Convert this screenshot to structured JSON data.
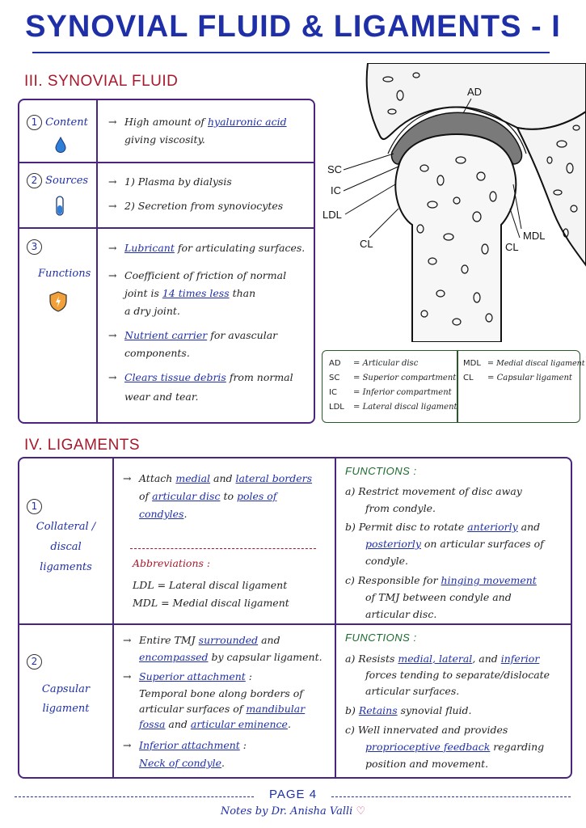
{
  "title": "SYNOVIAL FLUID & LIGAMENTS - I",
  "section3": {
    "heading": "III. SYNOVIAL FLUID",
    "content": {
      "num": "1",
      "label": "Content",
      "icon": "droplet-icon",
      "l1_pre": "High amount of ",
      "l1_u": "hyaluronic acid",
      "l2": "giving viscosity."
    },
    "sources": {
      "num": "2",
      "label": "Sources",
      "icon": "test-tube-icon",
      "s1": "1) Plasma by dialysis",
      "s2": "2) Secretion from synoviocytes"
    },
    "functions": {
      "num": "3",
      "label": "Functions",
      "icon": "shield-icon",
      "f1_u": "Lubricant",
      "f1_rest": " for articulating surfaces.",
      "f2_l1": "Coefficient of friction of normal",
      "f2_l2_pre": "joint is ",
      "f2_l2_u": "14 times less",
      "f2_l2_post": " than",
      "f2_l3": "a dry joint.",
      "f3_u": "Nutrient carrier",
      "f3_rest": " for avascular",
      "f3_l2": "components.",
      "f4_u": "Clears tissue debris",
      "f4_rest": " from normal",
      "f4_l2": "wear and tear."
    }
  },
  "diagram": {
    "labels": {
      "ad": "AD",
      "sc": "SC",
      "ic": "IC",
      "ldl": "LDL",
      "cl_left": "CL",
      "cl_right": "CL",
      "mdl": "MDL"
    },
    "legend": {
      "ad": {
        "key": "AD",
        "eq": "=",
        "val": "Articular disc"
      },
      "sc": {
        "key": "SC",
        "eq": "=",
        "val": "Superior compartment"
      },
      "ic": {
        "key": "IC",
        "eq": "=",
        "val": "Inferior compartment"
      },
      "ldl": {
        "key": "LDL",
        "eq": "=",
        "val": "Lateral discal ligament"
      },
      "mdl": {
        "key": "MDL",
        "eq": "=",
        "val": "Medial discal ligament"
      },
      "cl": {
        "key": "CL",
        "eq": "=",
        "val": "Capsular ligament"
      }
    }
  },
  "section4": {
    "heading": "IV. LIGAMENTS",
    "collateral": {
      "num": "1",
      "label_l1": "Collateral /",
      "label_l2": "discal",
      "label_l3": "ligaments",
      "a_l1_pre": "Attach ",
      "a_l1_u1": "medial",
      "a_l1_mid": " and ",
      "a_l1_u2": "lateral borders",
      "a_l2_pre": "of ",
      "a_l2_u1": "articular disc",
      "a_l2_mid": " to ",
      "a_l2_u2": "poles of",
      "a_l3_u": "condyles",
      "a_l3_post": ".",
      "abbr_head": "Abbreviations :",
      "abbr1": "LDL = Lateral discal ligament",
      "abbr2": "MDL = Medial discal ligament",
      "fn_head": "FUNCTIONS :",
      "fa_l1": "a) Restrict movement of disc away",
      "fa_l2": "from condyle.",
      "fb_l1_pre": "b) Permit disc to rotate ",
      "fb_l1_u": "anteriorly",
      "fb_l1_post": " and",
      "fb_l2_u": "posteriorly",
      "fb_l2_post": " on articular surfaces of",
      "fb_l3": "condyle.",
      "fc_l1_pre": "c) Responsible for ",
      "fc_l1_u": "hinging movement",
      "fc_l2": "of TMJ between condyle and",
      "fc_l3": "articular disc."
    },
    "capsular": {
      "num": "2",
      "label_l1": "Capsular",
      "label_l2": "ligament",
      "a1_pre": "Entire TMJ ",
      "a1_u": "surrounded",
      "a1_post": " and",
      "a2_u": "encompassed",
      "a2_post": " by capsular ligament.",
      "b1_u": "Superior attachment",
      "b1_post": " :",
      "b2": "Temporal bone along borders of",
      "b3_pre": "articular surfaces of ",
      "b3_u": "mandibular",
      "b4_u1": "fossa",
      "b4_mid": " and ",
      "b4_u2": "articular eminence",
      "b4_post": ".",
      "c1_u": "Inferior attachment",
      "c1_post": " :",
      "c2_u": "Neck of condyle",
      "c2_post": ".",
      "fn_head": "FUNCTIONS :",
      "fa_l1_pre": "a) Resists ",
      "fa_l1_u1": "medial, lateral",
      "fa_l1_mid": ", and ",
      "fa_l1_u2": "inferior",
      "fa_l2": "forces tending to separate/dislocate",
      "fa_l3": "articular surfaces.",
      "fb_pre": "b) ",
      "fb_u": "Retains",
      "fb_post": " synovial fluid.",
      "fc_l1": "c) Well innervated and provides",
      "fc_l2_u": "proprioceptive feedback",
      "fc_l2_post": " regarding",
      "fc_l3": "position and movement."
    }
  },
  "footer": {
    "page": "PAGE 4",
    "note": "Notes by Dr. Anisha Valli",
    "heart": "♡"
  },
  "colors": {
    "title": "#1f2fa8",
    "section": "#a6182b",
    "border": "#4a2580",
    "functions": "#1a6a2c"
  }
}
